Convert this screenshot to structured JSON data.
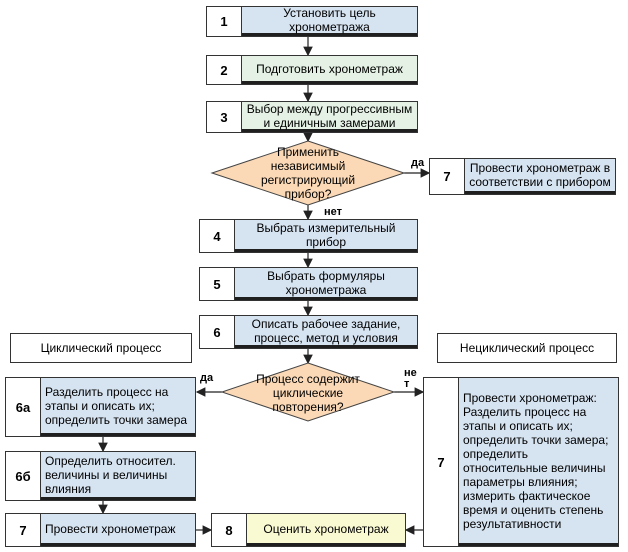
{
  "steps": [
    {
      "num": "1",
      "text": "Установить цель хронометража"
    },
    {
      "num": "2",
      "text": "Подготовить хронометраж"
    },
    {
      "num": "3",
      "text": "Выбор между прогрессивным и единичным замерами"
    },
    {
      "num": "4",
      "text": "Выбрать измерительный прибор"
    },
    {
      "num": "5",
      "text": "Выбрать формуляры хронометража"
    },
    {
      "num": "6",
      "text": "Описать рабочее задание, процесс, метод и условия"
    }
  ],
  "decision1": {
    "text": "Применить независимый регистрирующий прибор?",
    "yes": "да",
    "no": "нет"
  },
  "device_branch": {
    "num": "7",
    "text": "Провести хронометраж в соответствии с прибором"
  },
  "decision2": {
    "text": "Процесс содержит циклические повторения?",
    "yes": "да",
    "no": "не т"
  },
  "cyclic": {
    "header": "Циклический процесс",
    "step6a": {
      "num": "6а",
      "text": "Разделить процесс на этапы и описать их; определить точки замера"
    },
    "step6b": {
      "num": "6б",
      "text": "Определить  относител. величины и величины влияния"
    },
    "step7": {
      "num": "7",
      "text": "Провести хронометраж"
    }
  },
  "noncyclic": {
    "header": "Нециклический процесс",
    "num": "7",
    "text": "Провести хронометраж: Разделить процесс на этапы и описать их; определить точки замера; определить относительные величины параметры влияния; измерить фактическое время и оценить степень результативности"
  },
  "final": {
    "num": "8",
    "text": "Оценить хронометраж"
  },
  "colors": {
    "blue": "#d6e3f1",
    "green": "#e4f1e4",
    "yellow": "#fafad2",
    "diamond": "#fbd9b6"
  }
}
